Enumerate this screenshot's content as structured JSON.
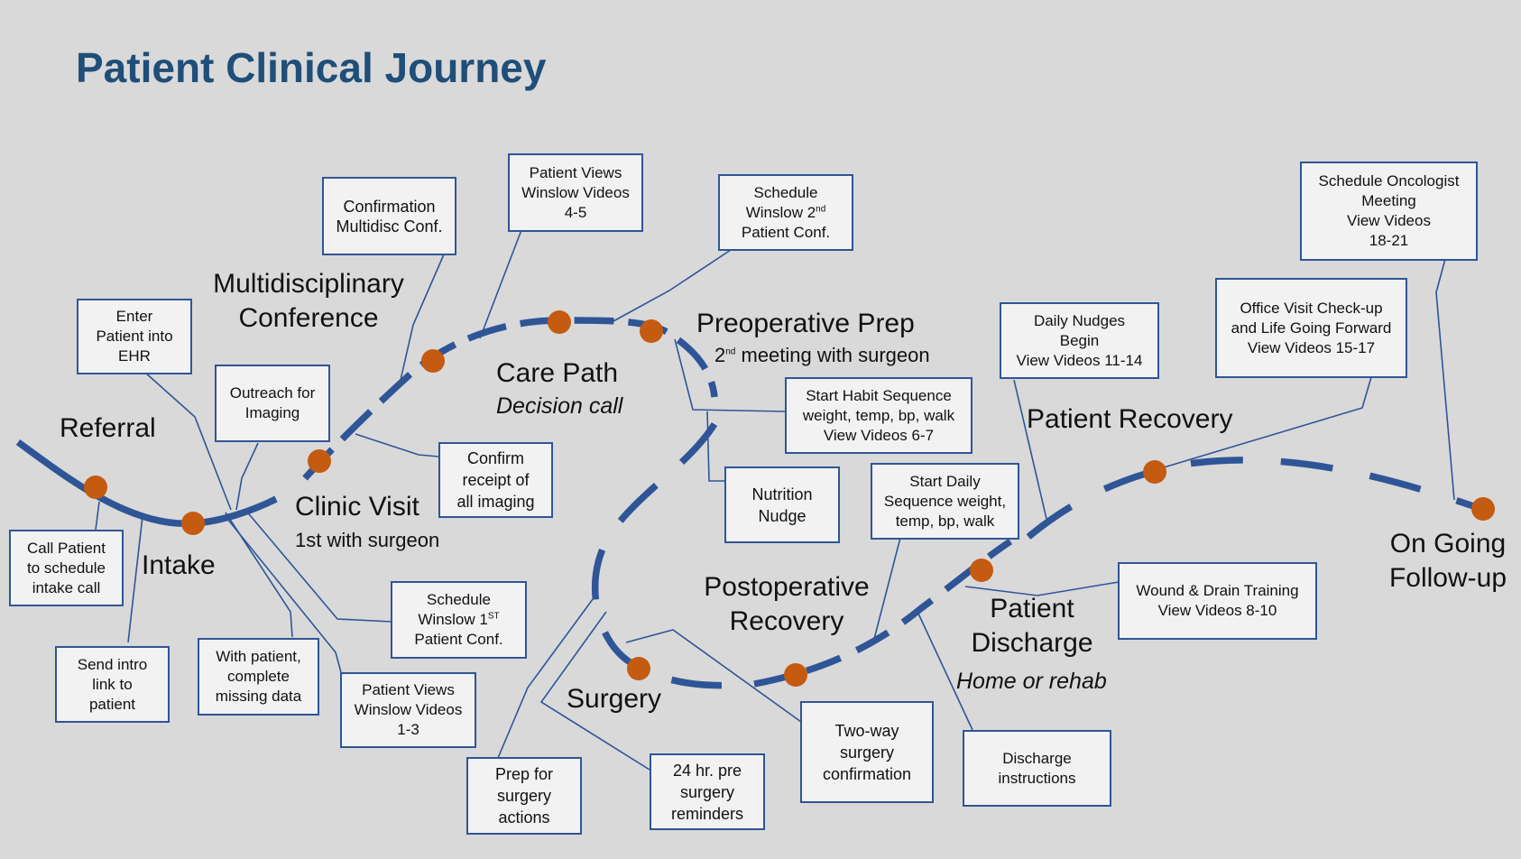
{
  "title": "Patient Clinical Journey",
  "colors": {
    "path": "#2f5597",
    "node": "#c55a11",
    "title": "#1f4e79",
    "connector": "#2f5597"
  },
  "stages": {
    "referral": "Referral",
    "intake": "Intake",
    "clinic_visit": "Clinic Visit",
    "clinic_visit_sub": "1st with surgeon",
    "multidisciplinary": "Multidisciplinary Conference",
    "care_path": "Care Path",
    "care_path_sub": "Decision call",
    "preop": "Preoperative Prep",
    "preop_sub_pre": "2",
    "preop_sub_sup": "nd",
    "preop_sub_post": " meeting with surgeon",
    "surgery": "Surgery",
    "postop": "Postoperative Recovery",
    "discharge": "Patient Discharge",
    "discharge_sub": "Home or rehab",
    "recovery": "Patient Recovery",
    "followup": "On Going Follow-up"
  },
  "boxes": {
    "call_patient": [
      "Call Patient",
      "to schedule",
      "intake call"
    ],
    "send_intro": [
      "Send intro",
      "link to",
      "patient"
    ],
    "enter_patient": [
      "Enter",
      "Patient into",
      "EHR"
    ],
    "outreach": [
      "Outreach for",
      "Imaging"
    ],
    "with_patient": [
      "With patient,",
      "complete",
      "missing data"
    ],
    "confirmation": [
      "Confirmation",
      "Multidisc Conf."
    ],
    "patient_views_1_3": [
      "Patient Views",
      "Winslow Videos",
      "1-3"
    ],
    "schedule_w1": {
      "l1": "Schedule",
      "l2a": "Winslow 1",
      "l2sup": "ST",
      "l3": "Patient  Conf."
    },
    "confirm_imaging": [
      "Confirm",
      "receipt of",
      "all imaging"
    ],
    "patient_views_4_5": [
      "Patient Views",
      "Winslow Videos",
      "4-5"
    ],
    "schedule_w2": {
      "l1": "Schedule",
      "l2a": "Winslow 2",
      "l2sup": "nd",
      "l3": "Patient  Conf."
    },
    "habit_sequence": [
      "Start Habit Sequence",
      "weight, temp, bp, walk",
      "View Videos 6-7"
    ],
    "nutrition": [
      "Nutrition",
      "Nudge"
    ],
    "prep_surgery": [
      "Prep for",
      "surgery",
      "actions"
    ],
    "reminders_24": [
      "24 hr. pre",
      "surgery",
      "reminders"
    ],
    "two_way": [
      "Two-way",
      "surgery",
      "confirmation"
    ],
    "daily_sequence": [
      "Start Daily",
      "Sequence weight,",
      "temp, bp, walk"
    ],
    "discharge_instr": [
      "Discharge",
      "instructions"
    ],
    "wound_drain": [
      "Wound & Drain Training",
      "View Videos 8-10"
    ],
    "daily_nudges": [
      "Daily Nudges",
      "Begin",
      "View Videos 11-14"
    ],
    "office_visit": [
      "Office Visit Check-up",
      "and Life Going Forward",
      "View Videos 15-17"
    ],
    "oncologist": [
      "Schedule Oncologist",
      "Meeting",
      "View Videos",
      "18-21"
    ]
  }
}
